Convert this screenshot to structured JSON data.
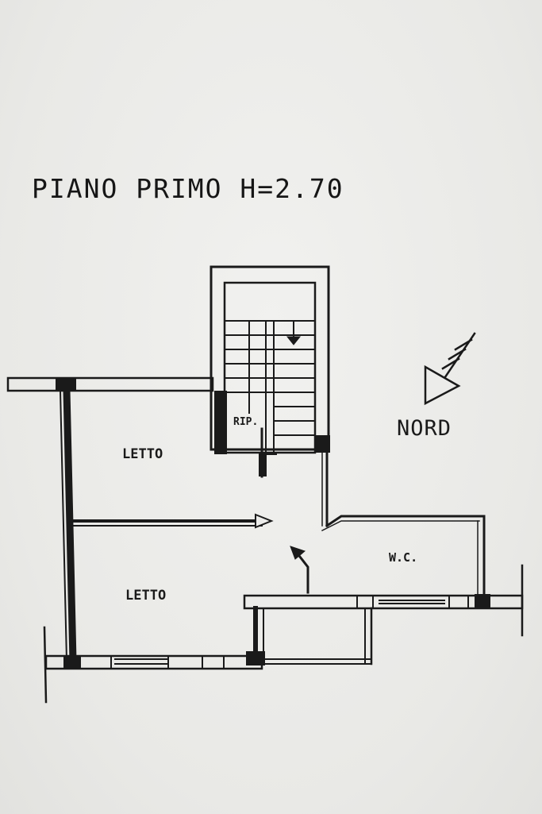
{
  "plan": {
    "title": "PIANO PRIMO H=2.70",
    "north_label": "NORD",
    "rooms": {
      "bedroom_1": "LETTO",
      "bedroom_2": "LETTO",
      "storage": "RIP.",
      "bathroom": "W.C."
    }
  },
  "colors": {
    "paper": "#ececea",
    "ink": "#1a1a1a"
  },
  "icons": {
    "north_arrow": "north-arrow-icon",
    "door_swing": "door-arrow-icon"
  }
}
